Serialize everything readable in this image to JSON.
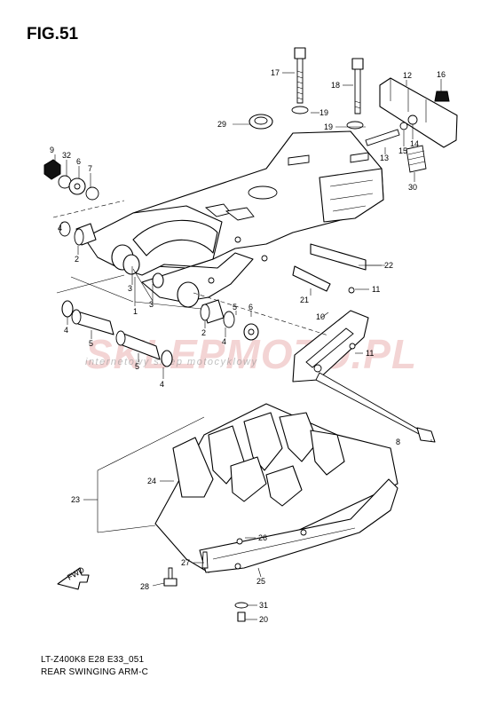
{
  "figure_title": "FIG.51",
  "footer": {
    "model_code": "LT-Z400K8 E28 E33_051",
    "section_name": "REAR SWINGING ARM-C"
  },
  "watermark": {
    "brand_part1": "SKLEP",
    "brand_part2": "MOTO",
    "brand_part3": ".PL",
    "tagline": "internetowy sklep motocyklowy"
  },
  "direction_label": "FWD",
  "callouts": [
    "1",
    "2",
    "2",
    "3",
    "3",
    "4",
    "4",
    "4",
    "5",
    "5",
    "6",
    "6",
    "7",
    "8",
    "9",
    "10",
    "11",
    "11",
    "12",
    "13",
    "14",
    "15",
    "16",
    "17",
    "18",
    "19",
    "19",
    "20",
    "21",
    "22",
    "23",
    "24",
    "25",
    "26",
    "27",
    "28",
    "29",
    "30",
    "31",
    "32"
  ]
}
